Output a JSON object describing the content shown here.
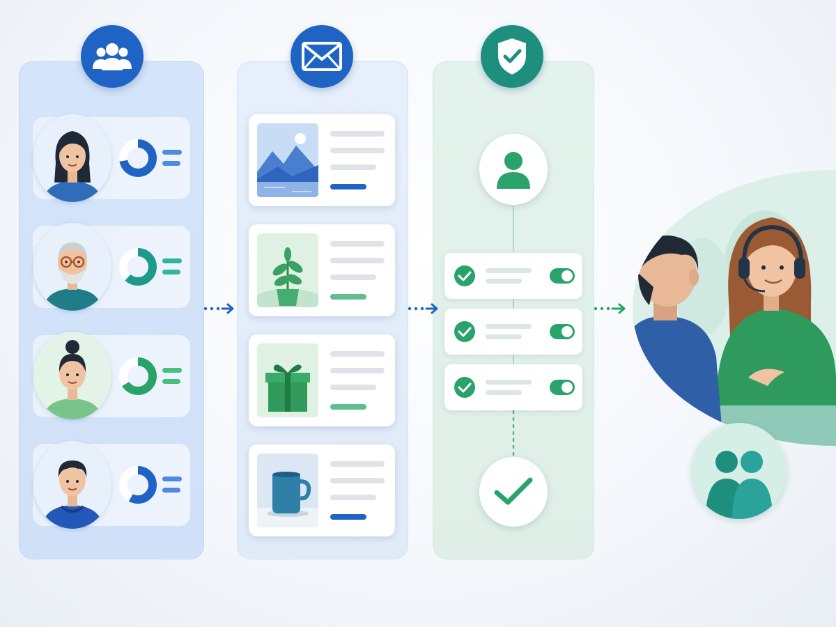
{
  "colors": {
    "primary_blue": "#1f64c4",
    "teal": "#1e8f7f",
    "green": "#2aa36b",
    "column_blue": "#d4e4fa",
    "column_green": "#e3f2ec"
  },
  "icons": {
    "segments_header": "users-group-icon",
    "messages_header": "envelope-icon",
    "consent_header": "shield-check-icon",
    "final_badge": "people-pair-icon"
  },
  "segments": [
    {
      "avatar": "woman-dark-hair",
      "chart_fraction": 0.72,
      "chart_color": "#1f64c4",
      "bar_color": "#4d8ae0"
    },
    {
      "avatar": "older-man-glasses",
      "chart_fraction": 0.62,
      "chart_color": "#1e9a8a",
      "bar_color": "#35b3a1"
    },
    {
      "avatar": "woman-hair-bun",
      "chart_fraction": 0.66,
      "chart_color": "#2aa36b",
      "bar_color": "#45c083"
    },
    {
      "avatar": "young-man-hoodie",
      "chart_fraction": 0.58,
      "chart_color": "#1f64c4",
      "bar_color": "#4d8ae0"
    }
  ],
  "messages": [
    {
      "thumbnail": "landscape-image",
      "cta_color": "#1f64c4"
    },
    {
      "thumbnail": "plant-image",
      "cta_color": "#5fbf8f"
    },
    {
      "thumbnail": "gift-image",
      "cta_color": "#5fbf8f"
    },
    {
      "thumbnail": "mug-image",
      "cta_color": "#1f64c4"
    }
  ],
  "consent": {
    "profile_icon": "user-icon",
    "preferences": [
      {
        "checked": true,
        "toggle_on": true
      },
      {
        "checked": true,
        "toggle_on": true
      },
      {
        "checked": true,
        "toggle_on": true
      }
    ],
    "final_icon": "checkmark-icon"
  },
  "scene": {
    "illustration": "support-agent-conversation"
  }
}
